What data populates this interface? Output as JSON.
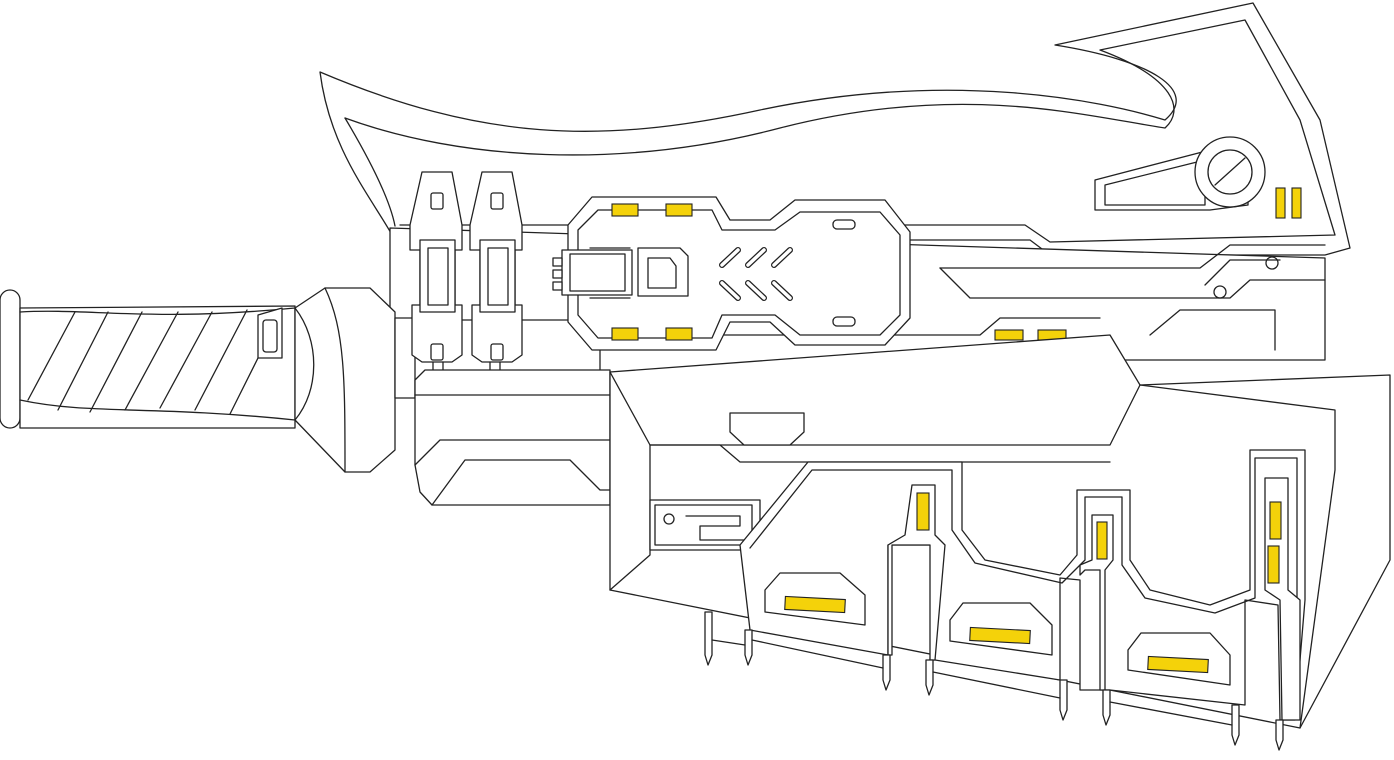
{
  "drawing": {
    "style": "line-art",
    "colors": {
      "line": "#222222",
      "fill": "#ffffff",
      "accent": "#f4d20a"
    },
    "parts": [
      "grip-handle",
      "grip-guard",
      "upper-blade",
      "mount-clamp-left",
      "mount-clamp-right",
      "power-cell-housing",
      "rear-cylinder",
      "barrel-rail",
      "lower-body",
      "battery-bank",
      "support-legs"
    ]
  }
}
